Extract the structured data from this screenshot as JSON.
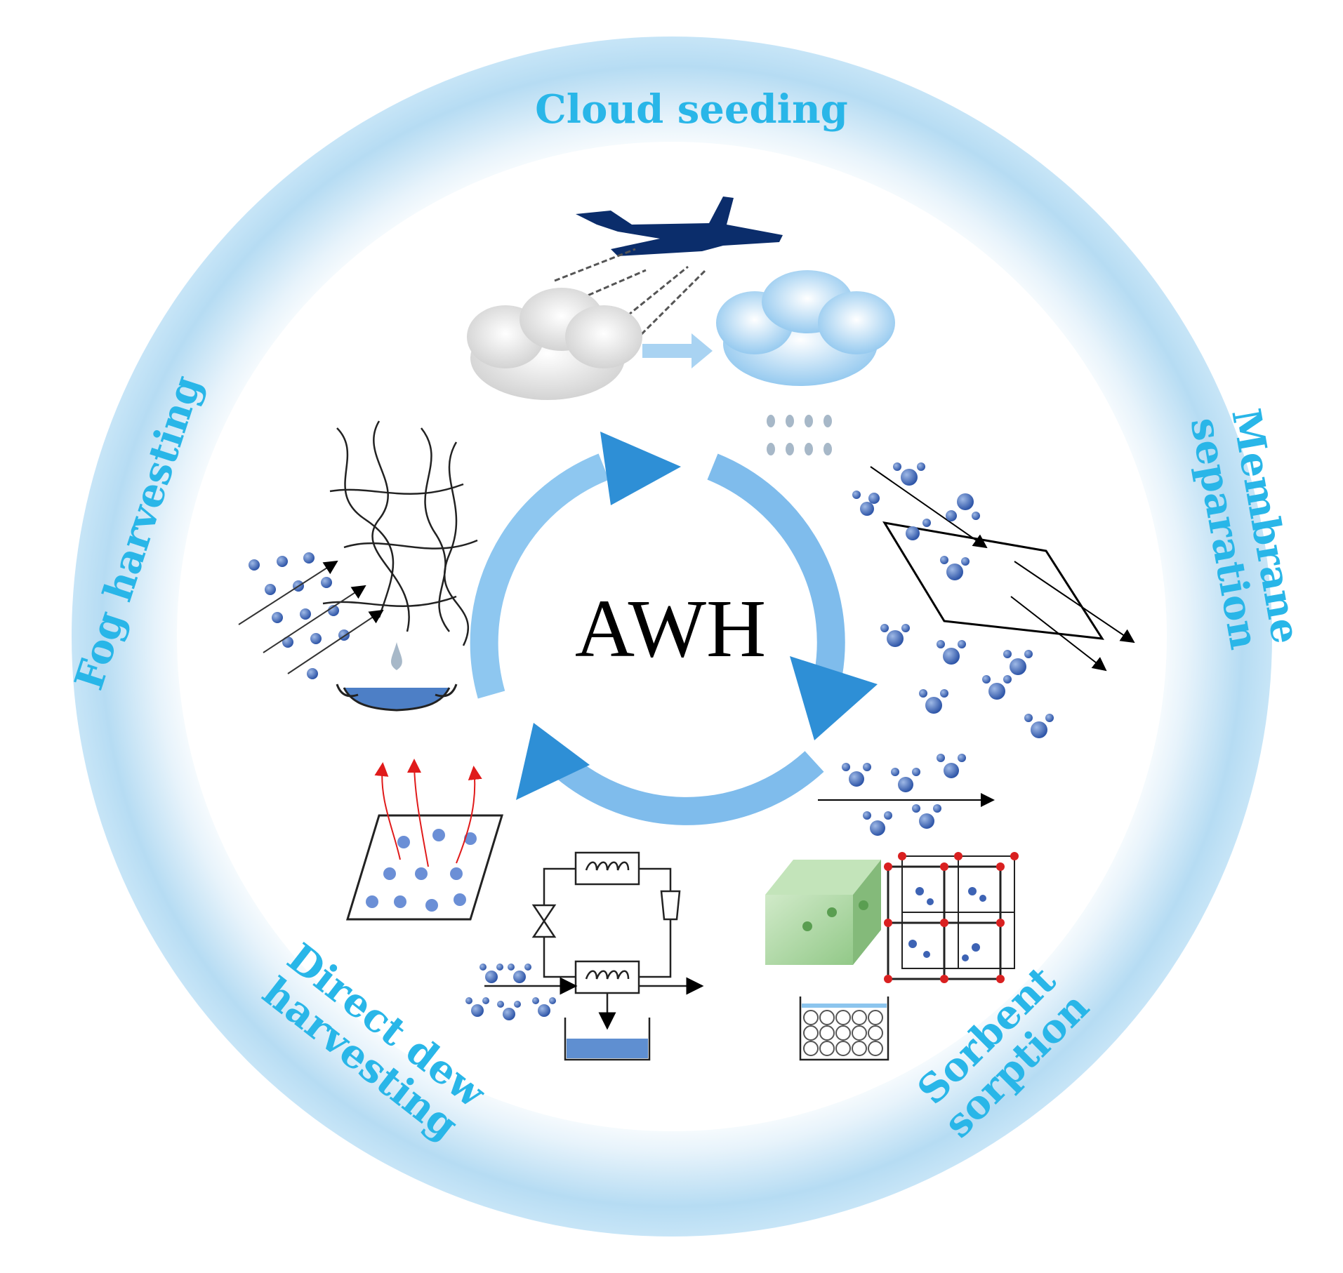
{
  "diagram": {
    "center_label": "AWH",
    "methods": {
      "cloud_seeding": "Cloud seeding",
      "membrane_separation_line1": "Membrane",
      "membrane_separation_line2": "separation",
      "sorbent_sorption_line1": "Sorbent",
      "sorbent_sorption_line2": "sorption",
      "direct_dew_line1": "Direct dew",
      "direct_dew_line2": "harvesting",
      "fog_harvesting": "Fog harvesting"
    }
  },
  "colors": {
    "label_blue": "#29b6e8",
    "ring_blue": "#a9d6f2",
    "arrow_blue": "#2e8fd6",
    "molecule_blue": "#3d63b4",
    "plane_navy": "#0b2d6b",
    "cage_red": "#d92020"
  }
}
